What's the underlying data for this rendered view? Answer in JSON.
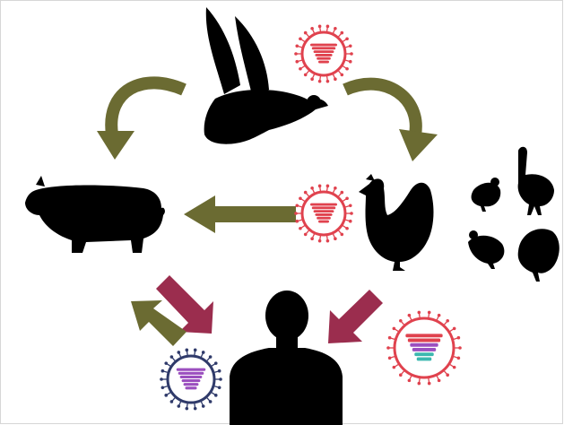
{
  "diagram": {
    "description_nodes": [
      {
        "id": "duck",
        "kind": "animal",
        "icon": "duck-icon"
      },
      {
        "id": "pig",
        "kind": "animal",
        "icon": "pig-icon"
      },
      {
        "id": "chicken",
        "kind": "animal",
        "icon": "chicken-icon"
      },
      {
        "id": "quail-1",
        "kind": "animal",
        "icon": "quail-icon"
      },
      {
        "id": "ostrich",
        "kind": "animal",
        "icon": "ostrich-icon"
      },
      {
        "id": "quail-2",
        "kind": "animal",
        "icon": "quail-icon"
      },
      {
        "id": "turkey",
        "kind": "animal",
        "icon": "turkey-icon"
      },
      {
        "id": "human",
        "kind": "human",
        "icon": "human-icon"
      }
    ],
    "viruses": [
      {
        "id": "virus-avian-top",
        "icon": "virus-icon",
        "palette": "red"
      },
      {
        "id": "virus-avian-mid",
        "icon": "virus-icon",
        "palette": "red"
      },
      {
        "id": "virus-swine",
        "icon": "virus-icon",
        "palette": "purple"
      },
      {
        "id": "virus-reassortant",
        "icon": "virus-icon",
        "palette": "multi"
      }
    ],
    "edges": [
      {
        "from": "duck",
        "to": "pig",
        "style": "curved",
        "color": "olive"
      },
      {
        "from": "duck",
        "to": "chicken",
        "style": "curved",
        "color": "olive"
      },
      {
        "from": "chicken",
        "to": "pig",
        "style": "straight",
        "color": "olive"
      },
      {
        "from": "pig",
        "to": "human",
        "style": "straight",
        "color": "maroon"
      },
      {
        "from": "human",
        "to": "pig",
        "style": "straight",
        "color": "olive"
      },
      {
        "from": "chicken",
        "to": "human",
        "style": "straight",
        "color": "maroon"
      }
    ],
    "colors": {
      "silhouette": "#000000",
      "olive": "#6b6b32",
      "maroon": "#9b2d4e",
      "virus_red": "#e0424e",
      "virus_purple": "#9b4fbf",
      "virus_teal": "#3cb8b0",
      "virus_outline_dark": "#2f3a6a",
      "border": "#cfcfcf"
    }
  }
}
